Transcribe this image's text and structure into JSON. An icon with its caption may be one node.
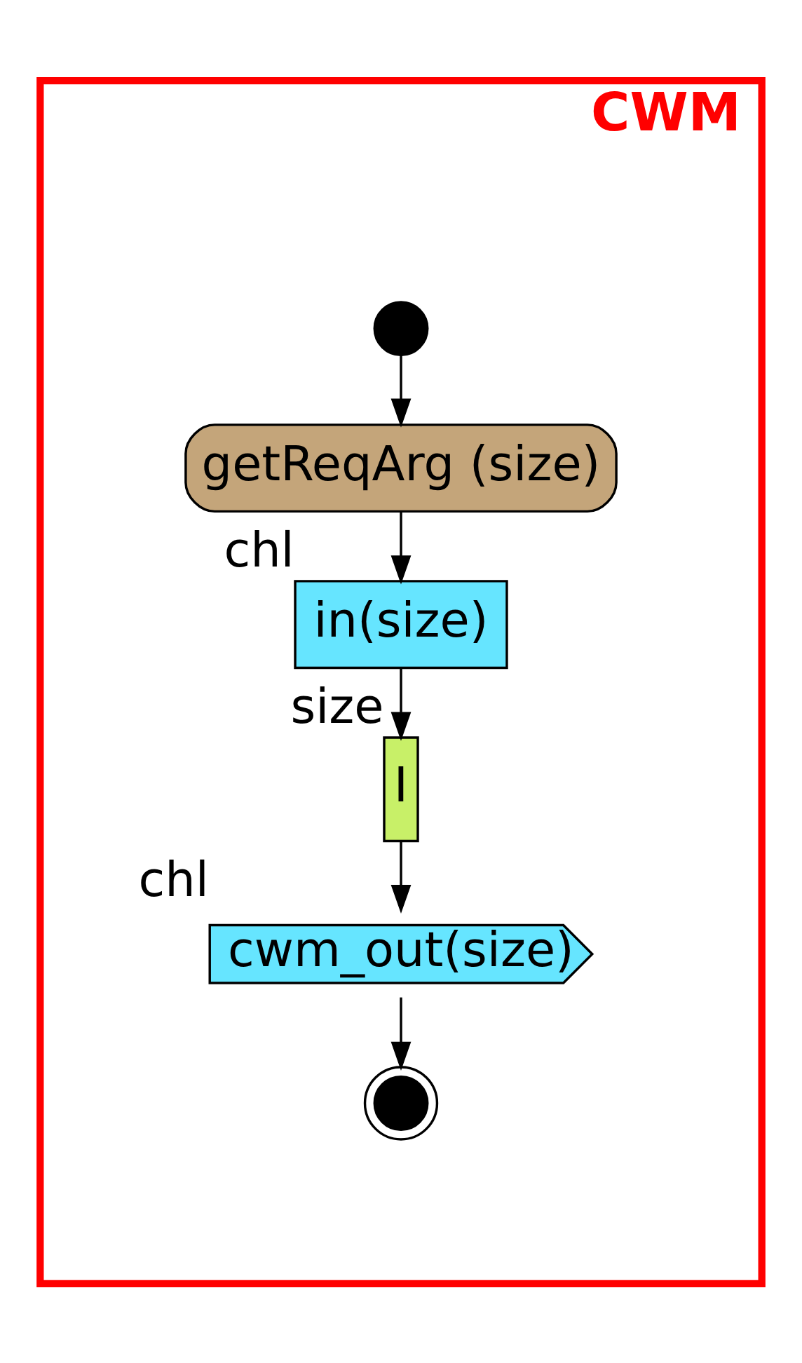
{
  "diagram": {
    "nodes": [
      {
        "text": [
          "CWM"
        ]
      },
      {
        "text": [],
        "shape": "circle",
        "in": 0
      },
      {
        "text": [
          "getReqArg (size)"
        ],
        "in": 0
      },
      {
        "text": [
          "in(size)"
        ],
        "beside": [
          "chl"
        ],
        "in": 0
      },
      {
        "text": [
          "I"
        ],
        "beside": [
          "size"
        ],
        "in": 0
      },
      {
        "text": [
          "cwm_out(size)"
        ],
        "beside": [
          "chl"
        ],
        "in": 0
      },
      {
        "text": [],
        "shape": "circle",
        "in": 0
      }
    ],
    "edges": [
      {
        "from": 1,
        "to": 2,
        "arrow": "to"
      },
      {
        "from": 2,
        "to": 3,
        "arrow": "to"
      },
      {
        "from": 3,
        "to": 4,
        "arrow": "to"
      },
      {
        "from": 4,
        "to": 5,
        "arrow": "to"
      },
      {
        "from": 5,
        "to": 6,
        "arrow": "to"
      }
    ]
  }
}
